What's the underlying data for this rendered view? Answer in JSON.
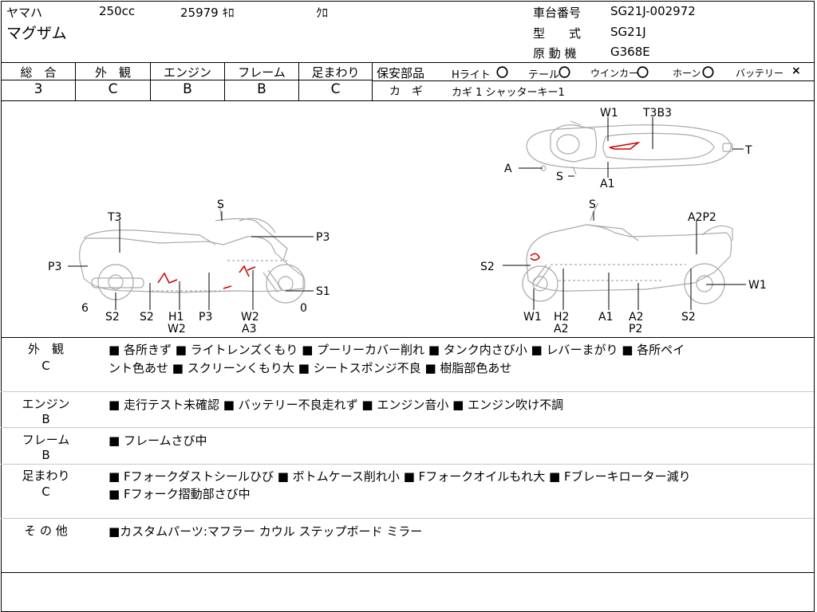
{
  "header": {
    "maker": "ヤマハ",
    "cc": "250cc",
    "mileage": "25979 ｷﾛ",
    "color": "ｸﾛ",
    "model": "マグザム",
    "frame_label": "車台番号",
    "frame_value": "SG21J-002972",
    "type_label": "型　　式",
    "type_value": "SG21J",
    "engine_label": "原 動 機",
    "engine_value": "G368E"
  },
  "grades": {
    "overall": {
      "label": "総　合",
      "value": "3"
    },
    "exterior": {
      "label": "外　観",
      "value": "C"
    },
    "engine": {
      "label": "エンジン",
      "value": "B"
    },
    "frame": {
      "label": "フレーム",
      "value": "B"
    },
    "suspension": {
      "label": "足まわり",
      "value": "C"
    }
  },
  "safety": {
    "title": "保安部品",
    "items": [
      {
        "label": "Hライト",
        "mark": "〇"
      },
      {
        "label": "テール",
        "mark": "〇"
      },
      {
        "label": "ウインカー",
        "mark": "〇"
      },
      {
        "label": "ホーン",
        "mark": "〇"
      },
      {
        "label": "バッテリー",
        "mark": "×"
      }
    ],
    "key_label": "カ　ギ",
    "key_value": "カギ 1 シャッターキー1"
  },
  "diagram": {
    "top": [
      "W1",
      "T3B3",
      "A",
      "S",
      "A1",
      "T"
    ],
    "left": [
      "S",
      "T3",
      "P3",
      "P3",
      "S1",
      "6",
      "0",
      "S2",
      "S2",
      "H1",
      "W2",
      "P3",
      "W2",
      "A3"
    ],
    "right": [
      "S",
      "A2P2",
      "S2",
      "W1",
      "W1",
      "H2",
      "A2",
      "A1",
      "A2",
      "P2",
      "S2"
    ]
  },
  "notes": [
    {
      "label": "外　観",
      "grade": "C",
      "lines": [
        "■ 各所きず ■ ライトレンズくもり ■ プーリーカバー削れ ■ タンク内さび小 ■ レバーまがり ■ 各所ペイ",
        "ント色あせ ■ スクリーンくもり大 ■ シートスポンジ不良 ■ 樹脂部色あせ"
      ]
    },
    {
      "label": "エンジン",
      "grade": "B",
      "lines": [
        "■ 走行テスト未確認 ■ バッテリー不良走れず ■ エンジン音小 ■ エンジン吹け不調"
      ]
    },
    {
      "label": "フレーム",
      "grade": "B",
      "lines": [
        "■ フレームさび中"
      ]
    },
    {
      "label": "足まわり",
      "grade": "C",
      "lines": [
        "■ Fフォークダストシールひび ■ ボトムケース削れ小 ■ Fフォークオイルもれ大 ■ Fブレーキローター減り",
        "■ Fフォーク摺動部さび中"
      ]
    },
    {
      "label": "そ の 他",
      "grade": "",
      "lines": [
        "■カスタムパーツ:マフラー カウル ステップボード ミラー"
      ]
    }
  ]
}
